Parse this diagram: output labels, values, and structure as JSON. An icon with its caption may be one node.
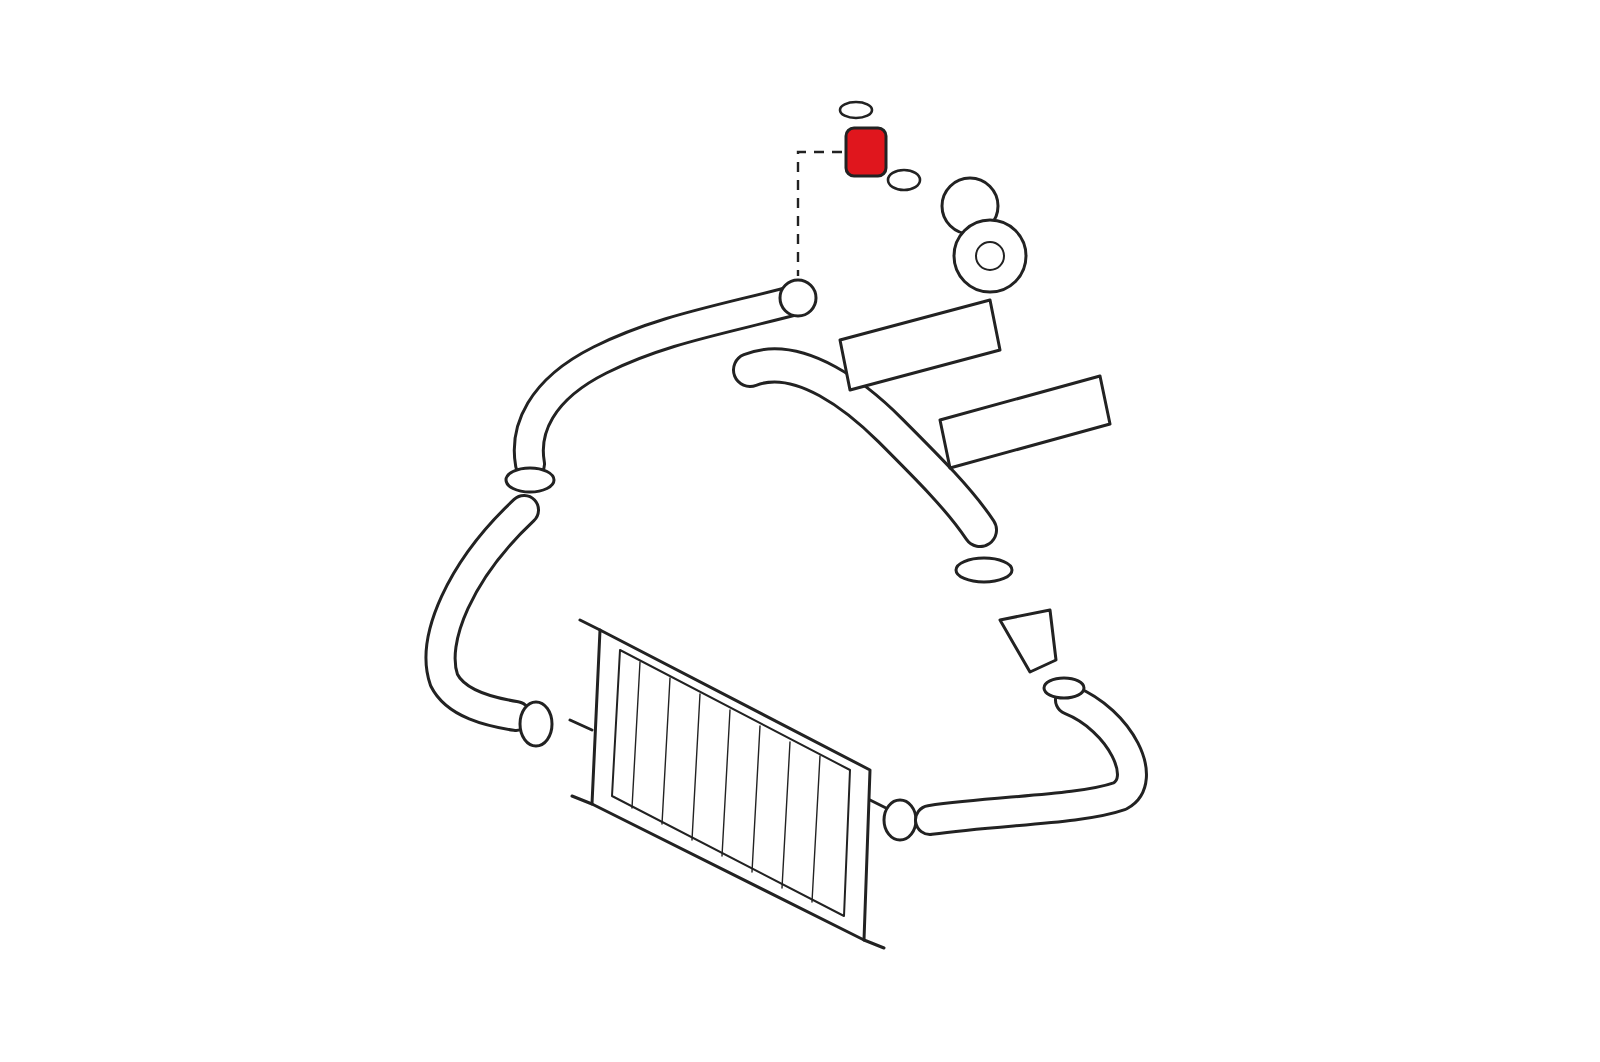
{
  "diagram": {
    "nodes": [
      {
        "text": [],
        "shape": "box"
      },
      {
        "text": [],
        "shape": "circle"
      }
    ],
    "edges": [
      {
        "from": 0,
        "to": 1,
        "arrow": "none",
        "style": "dashed"
      }
    ]
  }
}
